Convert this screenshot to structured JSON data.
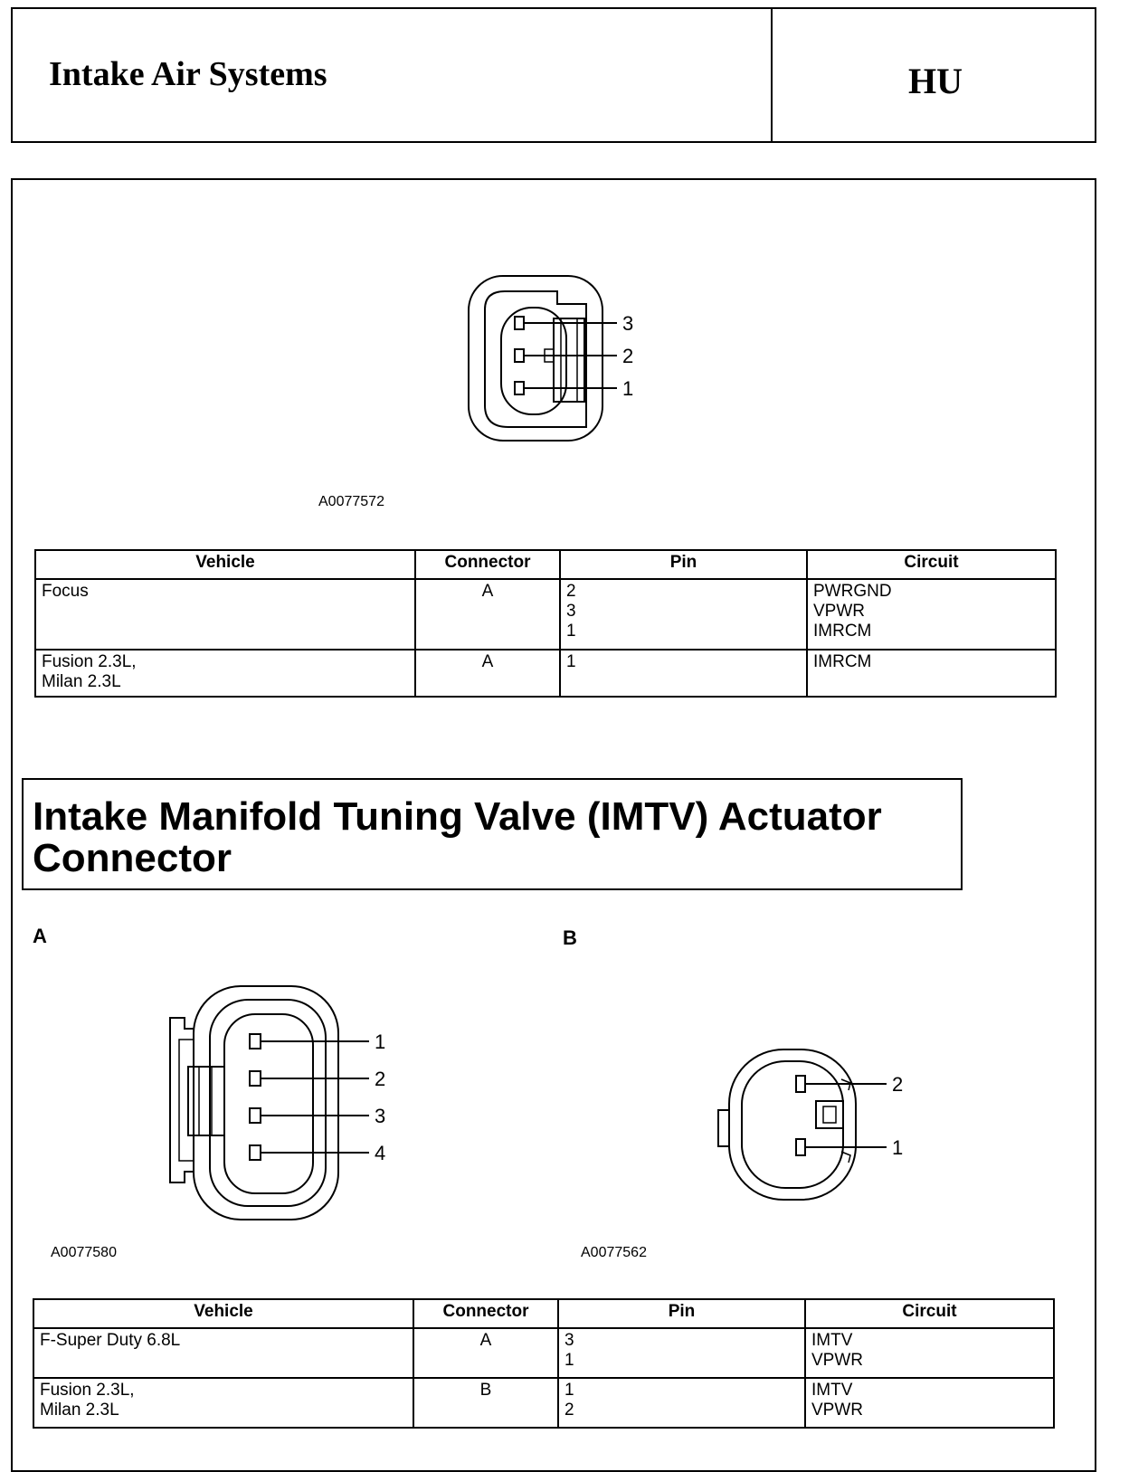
{
  "header": {
    "title": "Intake Air Systems",
    "code": "HU"
  },
  "figure1": {
    "id": "A0077572",
    "pins": [
      "3",
      "2",
      "1"
    ]
  },
  "table1": {
    "headers": [
      "Vehicle",
      "Connector",
      "Pin",
      "Circuit"
    ],
    "rows": [
      {
        "vehicle": "Focus",
        "connector": "A",
        "pin": "2\n3\n1",
        "circuit": "PWRGND\nVPWR\nIMRCM"
      },
      {
        "vehicle": "Fusion 2.3L,\nMilan 2.3L",
        "connector": "A",
        "pin": "1",
        "circuit": "IMRCM"
      }
    ]
  },
  "section": {
    "title": "Intake Manifold Tuning Valve (IMTV) Actuator Connector"
  },
  "figureA": {
    "label": "A",
    "id": "A0077580",
    "pins": [
      "1",
      "2",
      "3",
      "4"
    ]
  },
  "figureB": {
    "label": "B",
    "id": "A0077562",
    "pins": [
      "2",
      "1"
    ]
  },
  "table2": {
    "headers": [
      "Vehicle",
      "Connector",
      "Pin",
      "Circuit"
    ],
    "rows": [
      {
        "vehicle": "F-Super Duty 6.8L",
        "connector": "A",
        "pin": "3\n1",
        "circuit": "IMTV\nVPWR"
      },
      {
        "vehicle": "Fusion 2.3L,\nMilan 2.3L",
        "connector": "B",
        "pin": "1\n2",
        "circuit": "IMTV\nVPWR"
      }
    ]
  }
}
